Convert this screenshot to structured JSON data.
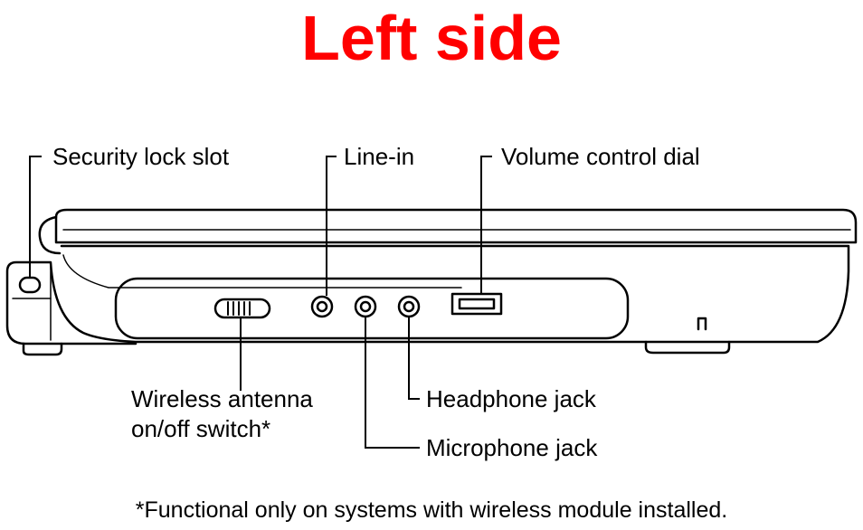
{
  "title": "Left side",
  "title_color": "#ff0000",
  "callouts": {
    "security_lock_slot": "Security lock slot",
    "line_in": "Line-in",
    "volume_control_dial": "Volume control dial",
    "wireless_switch_line1": "Wireless antenna",
    "wireless_switch_line2": "on/off switch*",
    "headphone_jack": "Headphone jack",
    "microphone_jack": "Microphone jack"
  },
  "footnote": "*Functional only on systems with wireless module installed."
}
